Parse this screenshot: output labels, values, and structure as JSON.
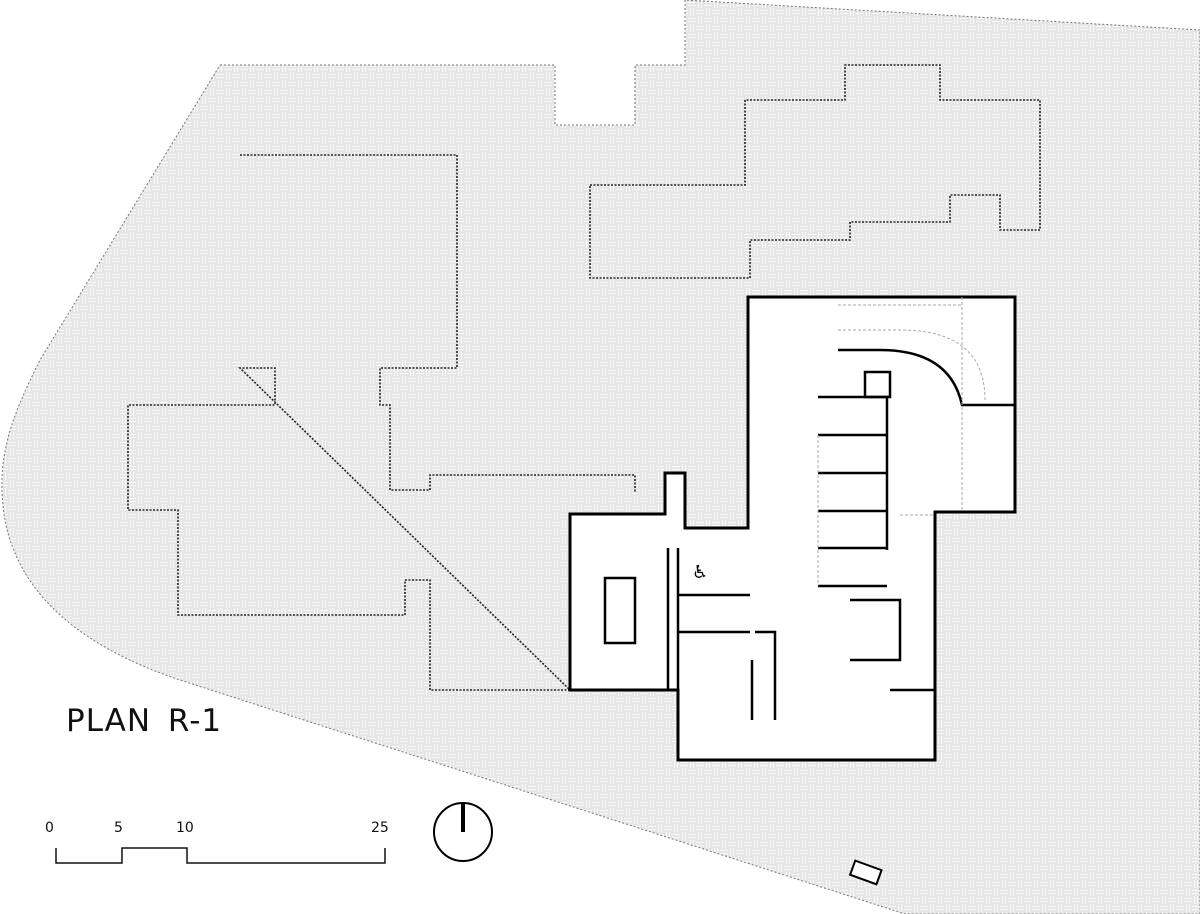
{
  "plan_title": "PLAN R-1",
  "scale_bar": {
    "labels": [
      "0",
      "5",
      "10",
      "25"
    ],
    "unit_values": [
      0,
      5,
      10,
      25
    ]
  },
  "north_arrow": "north-arrow",
  "colors": {
    "site_fill": "#e9e9e9",
    "wall": "#000000",
    "pattern_line": "#ffffff"
  }
}
